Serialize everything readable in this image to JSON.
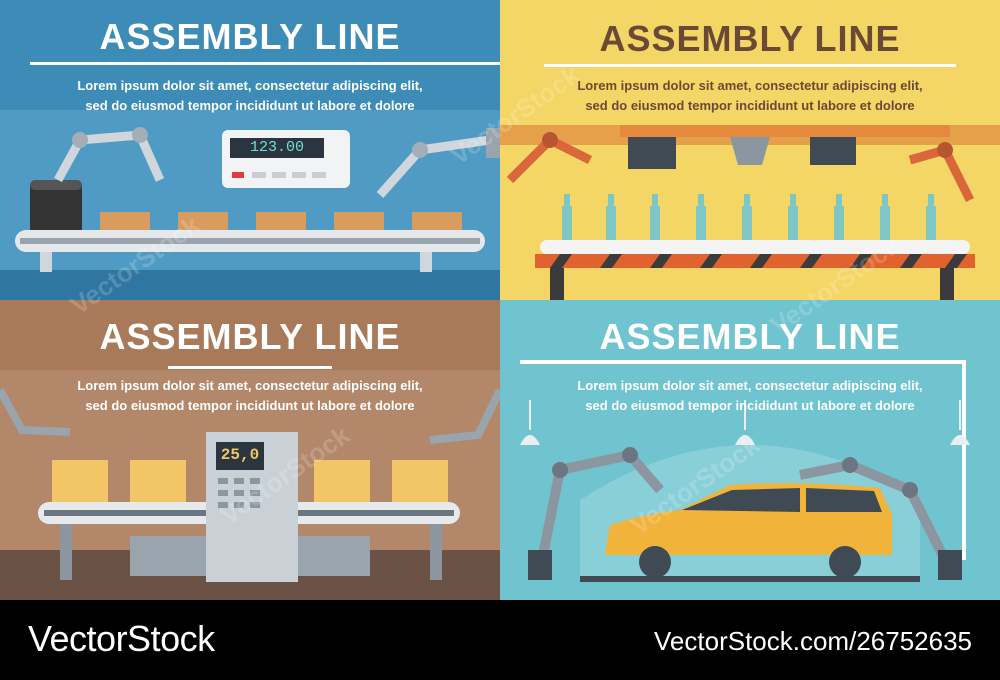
{
  "panels": [
    {
      "title": "ASSEMBLY LINE",
      "text_line1": "Lorem ipsum dolor sit amet, consectetur adipiscing elit,",
      "text_line2": "sed do eiusmod tempor incididunt ut labore et dolore",
      "display": "123.00",
      "colors": {
        "background": "#3d8cb8",
        "title": "#ffffff"
      }
    },
    {
      "title": "ASSEMBLY LINE",
      "text_line1": "Lorem ipsum dolor sit amet, consectetur adipiscing elit,",
      "text_line2": "sed do eiusmod tempor incididunt ut labore et dolore",
      "colors": {
        "background": "#f3d665",
        "title": "#6b4a35"
      }
    },
    {
      "title": "ASSEMBLY LINE",
      "text_line1": "Lorem ipsum dolor sit amet, consectetur adipiscing elit,",
      "text_line2": "sed do eiusmod tempor incididunt ut labore et dolore",
      "display": "25,0",
      "colors": {
        "background": "#a87a5a",
        "title": "#ffffff"
      }
    },
    {
      "title": "ASSEMBLY LINE",
      "text_line1": "Lorem ipsum dolor sit amet, consectetur adipiscing elit,",
      "text_line2": "sed do eiusmod tempor incididunt ut labore et dolore",
      "colors": {
        "background": "#6fc4cf",
        "title": "#ffffff"
      }
    }
  ],
  "footer": {
    "brand": "VectorStock",
    "stock_id": "VectorStock.com/26752635"
  },
  "watermark": "VectorStock"
}
